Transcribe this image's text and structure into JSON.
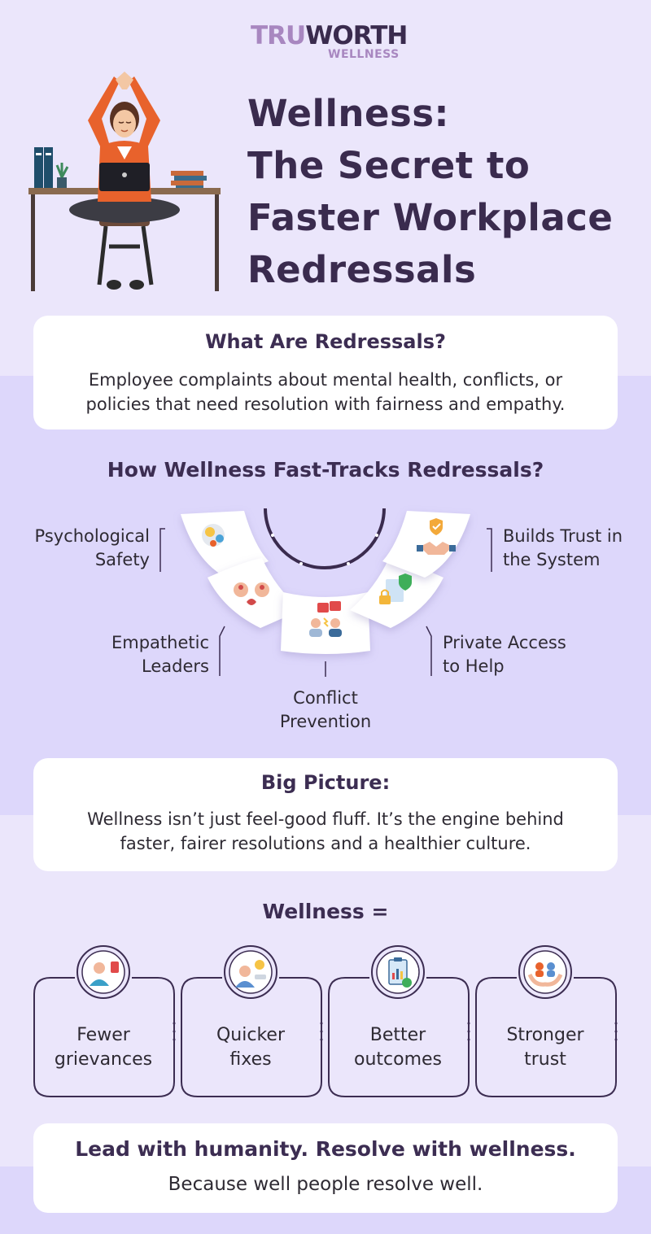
{
  "logo": {
    "primary_a": "TRU",
    "primary_b": "WORTH",
    "secondary": "WELLNESS"
  },
  "title_lines": [
    "Wellness:",
    "The Secret to",
    "Faster Workplace",
    "Redressals"
  ],
  "what": {
    "heading": "What Are Redressals?",
    "line1": "Employee complaints about mental health, conflicts, or",
    "line2": "policies that need resolution with fairness and empathy."
  },
  "how": {
    "heading": "How Wellness Fast-Tracks Redressals?",
    "features": {
      "psych": [
        "Psychological",
        "Safety"
      ],
      "trust": [
        "Builds Trust in",
        "the System"
      ],
      "empathy": [
        "Empathetic",
        "Leaders"
      ],
      "private": [
        "Private Access",
        "to Help"
      ],
      "conflict": [
        "Conflict",
        "Prevention"
      ]
    }
  },
  "big_picture": {
    "heading": "Big Picture:",
    "line1": "Wellness isn’t just feel-good fluff. It’s the engine behind",
    "line2": "faster, fairer resolutions and a healthier culture."
  },
  "equation": {
    "heading": "Wellness =",
    "items": [
      {
        "line1": "Fewer",
        "line2": "grievances",
        "icon": "grievance-icon"
      },
      {
        "line1": "Quicker",
        "line2": "fixes",
        "icon": "idea-person-icon"
      },
      {
        "line1": "Better",
        "line2": "outcomes",
        "icon": "clipboard-chart-icon"
      },
      {
        "line1": "Stronger",
        "line2": "trust",
        "icon": "hands-people-icon"
      }
    ]
  },
  "closing": {
    "heading": "Lead with humanity. Resolve with wellness.",
    "tagline": "Because well people resolve well."
  },
  "colors": {
    "background_light": "#ebe6fb",
    "background_mid": "#ddd7fb",
    "heading": "#3c2d52",
    "accent": "#a887c0",
    "arc": "#3a2b4e"
  }
}
